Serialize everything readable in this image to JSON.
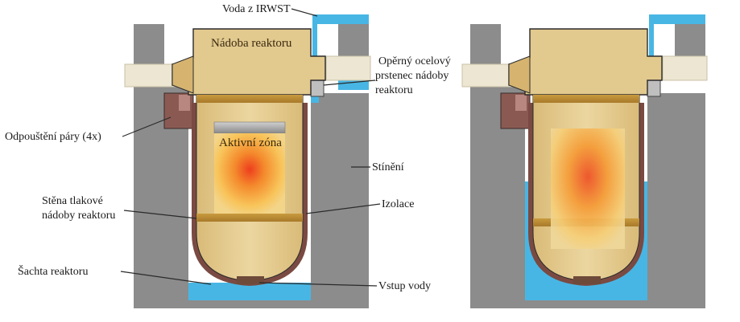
{
  "labels": {
    "water_from_irwst": "Voda z IRWST",
    "reactor_vessel": "Nádoba reaktoru",
    "support_ring_1": "Opěrný ocelový",
    "support_ring_2": "prstenec nádoby",
    "support_ring_3": "reaktoru",
    "steam_vent": "Odpouštění páry (4x)",
    "active_core": "Aktivní zóna",
    "shielding": "Stínění",
    "vessel_wall_1": "Stěna tlakové",
    "vessel_wall_2": "nádoby reaktoru",
    "insulation": "Izolace",
    "reactor_cavity": "Šachta reaktoru",
    "water_inlet": "Vstup vody"
  },
  "colors": {
    "concrete": "#8c8c8c",
    "concrete_dark": "#6e6e6e",
    "vessel": "#e2c98e",
    "vessel_edge": "#2b2b2b",
    "vessel_wall": "#7a4a42",
    "water": "#48b6e4",
    "pipe": "#ece6d2",
    "core_hot": "#f26a2a",
    "core_warm": "#f7b24a",
    "steam_box": "#8a5a52"
  }
}
